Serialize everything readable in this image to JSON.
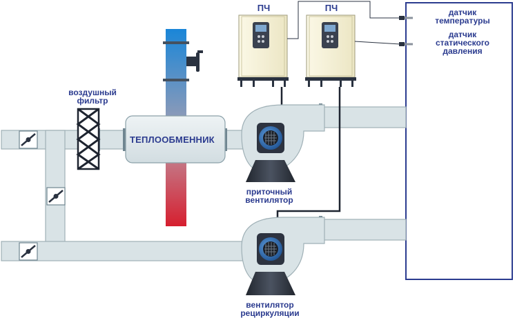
{
  "labels": {
    "air_filter": [
      "воздушный",
      "фильтр"
    ],
    "heat_exchanger": "ТЕПЛООБМЕННИК",
    "supply_fan": [
      "приточный",
      "вентилятор"
    ],
    "recirc_fan": [
      "вентилятор",
      "рециркуляции"
    ],
    "vfd_1": "ПЧ",
    "vfd_2": "ПЧ",
    "temp_sensor": [
      "датчик",
      "температуры"
    ],
    "pressure_sensor": [
      "датчик",
      "статического",
      "давления"
    ]
  },
  "colors": {
    "duct": "#d9e3e6",
    "duct_edge": "#9fb0b6",
    "label": "#2b3b8f",
    "pipe_hot": "#d61f2f",
    "pipe_cold": "#1a86d8",
    "fan_body": "#2d3340",
    "motor": "#2a6fb6",
    "cabinet": "#f6f2d8"
  }
}
